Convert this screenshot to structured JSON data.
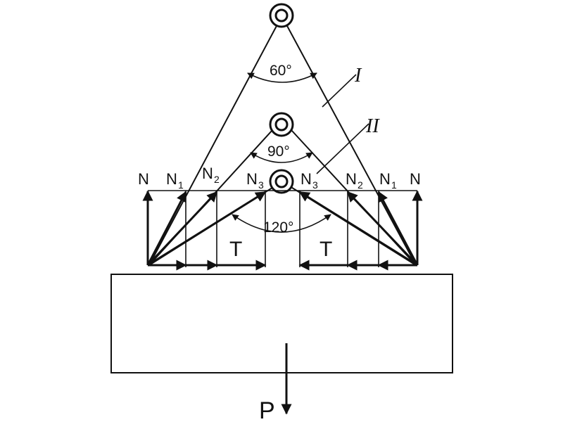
{
  "diagram": {
    "angles": {
      "a60": "60°",
      "a90": "90°",
      "a120": "120°"
    },
    "sling_labels": {
      "one": "I",
      "two": "II"
    },
    "force_labels": {
      "n": "N",
      "n_base": "N",
      "sub1": "1",
      "sub2": "2",
      "sub3": "3",
      "t": "T",
      "p": "P"
    }
  }
}
